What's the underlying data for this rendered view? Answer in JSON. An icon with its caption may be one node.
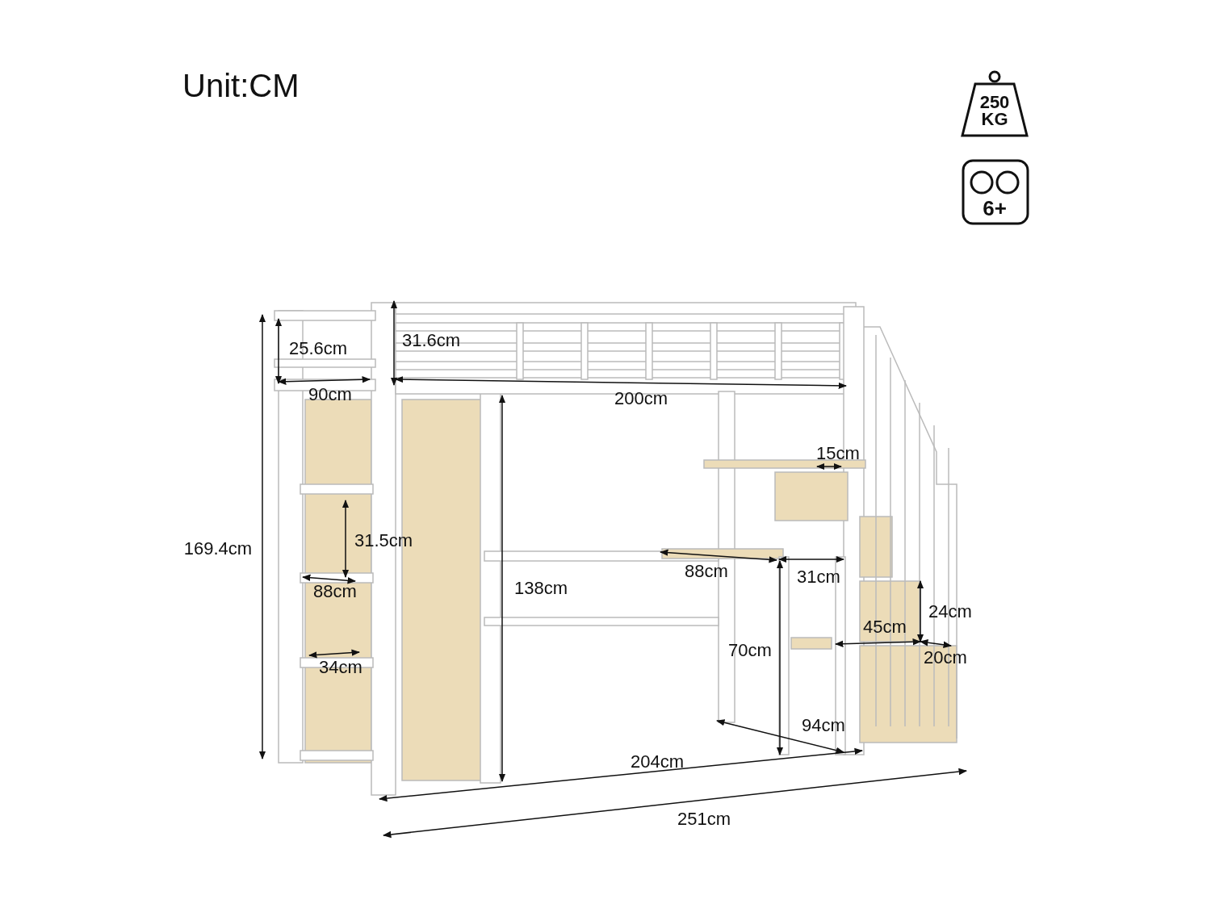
{
  "diagram": {
    "title": "Unit:CM",
    "labels": [
      "250 KG",
      "6+",
      "25.6cm",
      "31.6cm",
      "90cm",
      "200cm",
      "15cm",
      "169.4cm",
      "31.5cm",
      "88cm",
      "31cm",
      "138cm",
      "88cm",
      "24cm",
      "45cm",
      "70cm",
      "20cm",
      "34cm",
      "94cm",
      "204cm",
      "251cm"
    ]
  }
}
